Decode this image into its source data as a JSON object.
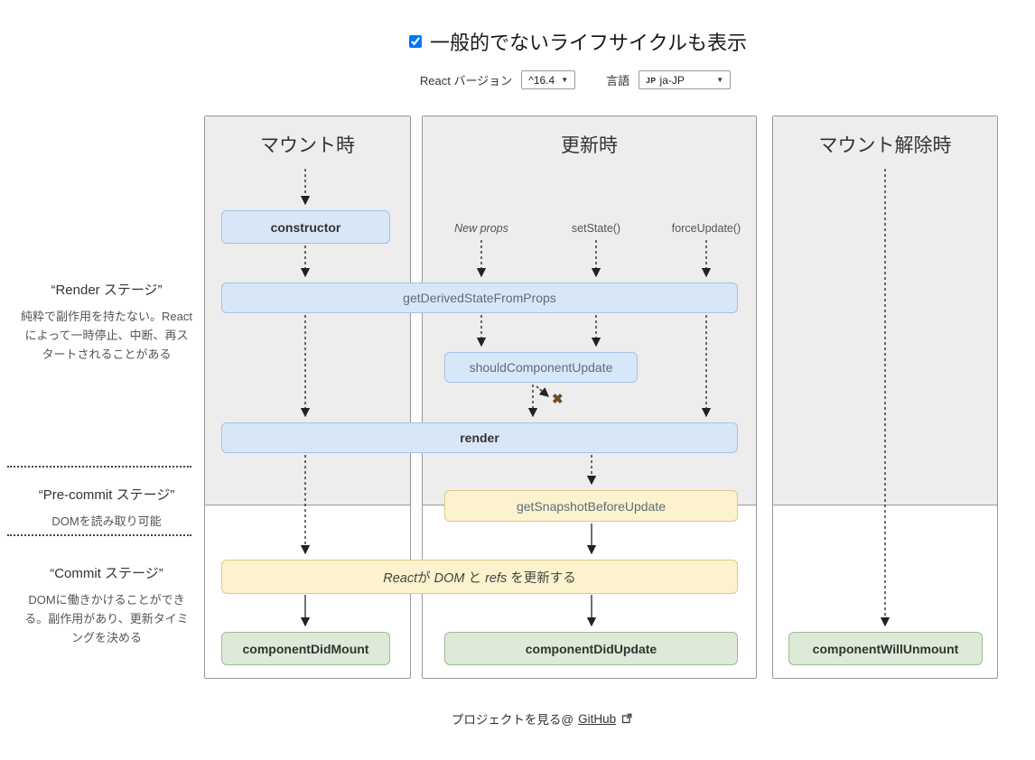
{
  "header": {
    "toggle_label": "一般的でないライフサイクルも表示",
    "toggle_checked": "checked",
    "version_label": "React バージョン",
    "version_value": "^16.4",
    "language_label": "言語",
    "language_flag": "JP",
    "language_value": "ja-JP"
  },
  "sidebar": {
    "render_stage": {
      "title": "“Render ステージ”",
      "description": "純粋で副作用を持たない。Reactによって一時停止、中断、再スタートされることがある"
    },
    "pre_commit_stage": {
      "title": "“Pre-commit ステージ”",
      "description": "DOMを読み取り可能"
    },
    "commit_stage": {
      "title": "“Commit ステージ”",
      "description": "DOMに働きかけることができる。副作用があり、更新タイミングを決める"
    }
  },
  "columns": {
    "mount": {
      "title": "マウント時"
    },
    "update": {
      "title": "更新時",
      "triggers": [
        "New props",
        "setState()",
        "forceUpdate()"
      ]
    },
    "unmount": {
      "title": "マウント解除時"
    }
  },
  "methods": {
    "constructor": "constructor",
    "get_derived_state_from_props": "getDerivedStateFromProps",
    "should_component_update": "shouldComponentUpdate",
    "render": "render",
    "get_snapshot_before_update": "getSnapshotBeforeUpdate",
    "react_updates": {
      "react": "React",
      "ga": "が ",
      "dom": "DOM",
      "to": " と ",
      "refs": "refs",
      "suffix": " を更新する"
    },
    "component_did_mount": "componentDidMount",
    "component_did_update": "componentDidUpdate",
    "component_will_unmount": "componentWillUnmount"
  },
  "icons": {
    "caret": "▼",
    "x_mark": "✖"
  },
  "footer": {
    "text": "プロジェクトを見る@",
    "link_label": "GitHub"
  },
  "colors": {
    "box_blue": "#d8e7f8",
    "box_yellow": "#fcf2cd",
    "box_green": "#dcead7",
    "panel_gray": "#ededed",
    "x_mark": "#6e4a1f"
  }
}
